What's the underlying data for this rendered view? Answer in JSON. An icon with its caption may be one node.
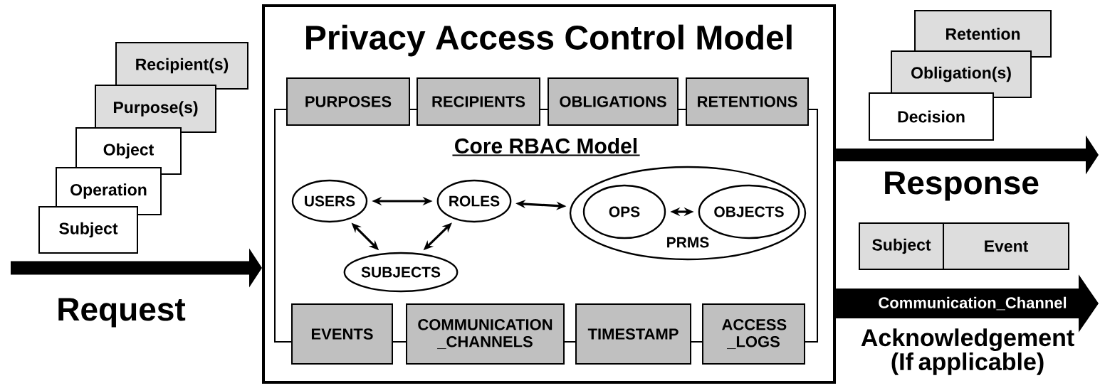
{
  "diagram": {
    "nodes": [
      {
        "text": [
          "Recipient(s)"
        ]
      },
      {
        "text": [
          "Purpose(s)"
        ]
      },
      {
        "text": [
          "Object"
        ]
      },
      {
        "text": [
          "Operation"
        ]
      },
      {
        "text": [
          "Subject"
        ]
      },
      {
        "text": [
          "Privacy Access Control Model"
        ]
      },
      {
        "text": [
          "PURPOSES"
        ],
        "in": 5
      },
      {
        "text": [
          "RECIPIENTS"
        ],
        "in": 5
      },
      {
        "text": [
          "OBLIGATIONS"
        ],
        "in": 5
      },
      {
        "text": [
          "RETENTIONS"
        ],
        "in": 5
      },
      {
        "text": [
          "Core RBAC Model"
        ],
        "in": 5
      },
      {
        "text": [
          "USERS"
        ],
        "in": 10
      },
      {
        "text": [
          "ROLES"
        ],
        "in": 10
      },
      {
        "text": [
          "PRMS"
        ],
        "in": 10
      },
      {
        "text": [
          "OPS"
        ],
        "in": 13
      },
      {
        "text": [
          "OBJECTS"
        ],
        "in": 13
      },
      {
        "text": [
          "SUBJECTS"
        ],
        "in": 10
      },
      {
        "text": [
          "EVENTS"
        ],
        "in": 5
      },
      {
        "text": [
          "COMMUNICATION _CHANNELS"
        ],
        "in": 5
      },
      {
        "text": [
          "TIMESTAMP"
        ],
        "in": 5
      },
      {
        "text": [
          "ACCESS _LOGS"
        ],
        "in": 5
      },
      {
        "text": [
          "Retention"
        ]
      },
      {
        "text": [
          "Obligation(s)"
        ]
      },
      {
        "text": [
          "Decision"
        ]
      },
      {
        "text": [
          "Subject"
        ]
      },
      {
        "text": [
          "Event"
        ]
      }
    ],
    "edges": [
      {
        "from": null,
        "to": 5,
        "arrow": "to",
        "label": "Request",
        "style": "thick"
      },
      {
        "from": 5,
        "to": null,
        "arrow": "to",
        "label": "Response",
        "style": "thick"
      },
      {
        "from": 5,
        "to": null,
        "arrow": "to",
        "label": "Communication_Channel",
        "style": "thick"
      },
      {
        "from": 11,
        "to": 12,
        "arrow": "both"
      },
      {
        "from": 12,
        "to": 13,
        "arrow": "both"
      },
      {
        "from": 11,
        "to": 16,
        "arrow": "both"
      },
      {
        "from": 12,
        "to": 16,
        "arrow": "both"
      },
      {
        "from": 14,
        "to": 15,
        "arrow": "both"
      }
    ],
    "labels": [
      "Acknowledgement (If applicable)"
    ]
  }
}
